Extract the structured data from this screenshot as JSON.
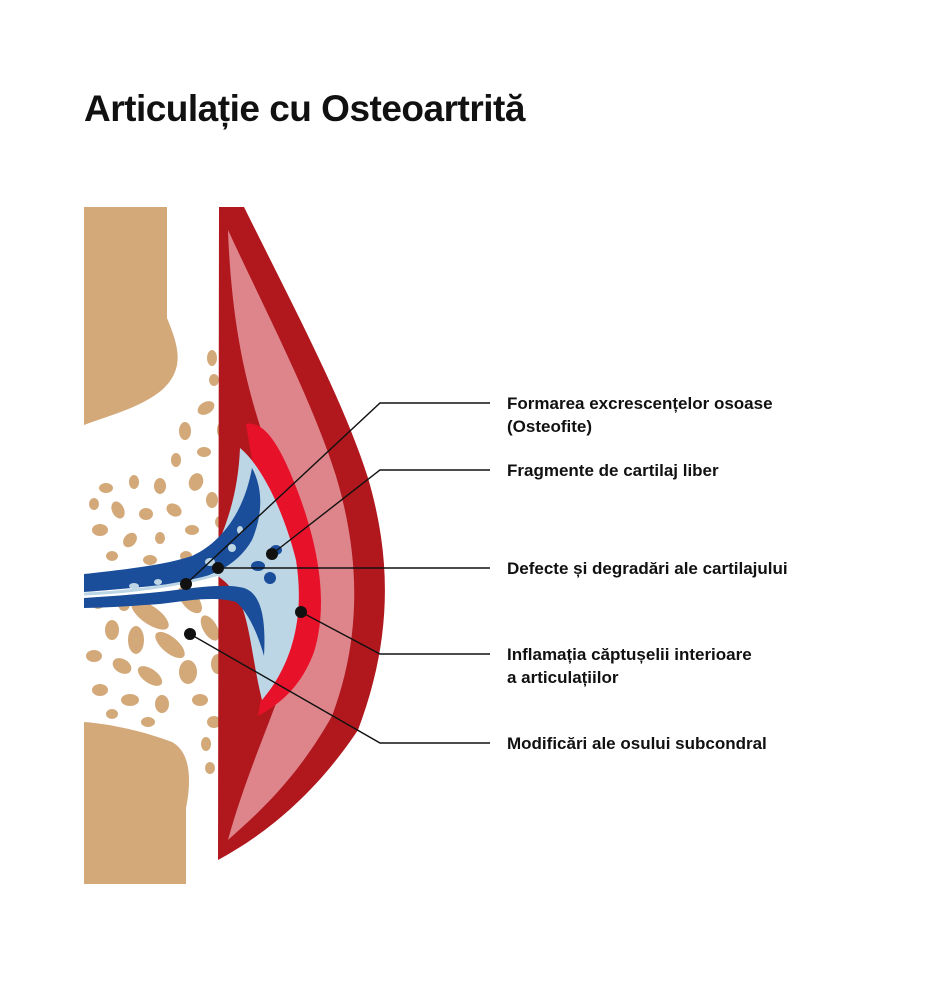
{
  "title": "Articulație cu Osteoartrită",
  "colors": {
    "bone": "#d3a97a",
    "capsule_outer": "#b0181e",
    "capsule_fill": "#de858b",
    "inflamed_lining": "#e8112a",
    "synovial_fluid": "#bcd6e6",
    "cartilage": "#1a4d9a",
    "leader_line": "#111111"
  },
  "labels": [
    {
      "id": "osteophytes",
      "lines": [
        "Formarea excrescențelor osoase",
        "(Osteofite)"
      ]
    },
    {
      "id": "loose-cartilage",
      "lines": [
        "Fragmente de cartilaj liber"
      ]
    },
    {
      "id": "cartilage-defects",
      "lines": [
        "Defecte și degradări ale cartilajului"
      ]
    },
    {
      "id": "lining-inflammation",
      "lines": [
        "Inflamația căptușelii interioare",
        "a articulațiilor"
      ]
    },
    {
      "id": "subchondral-bone",
      "lines": [
        "Modificări ale osului subcondral"
      ]
    }
  ]
}
